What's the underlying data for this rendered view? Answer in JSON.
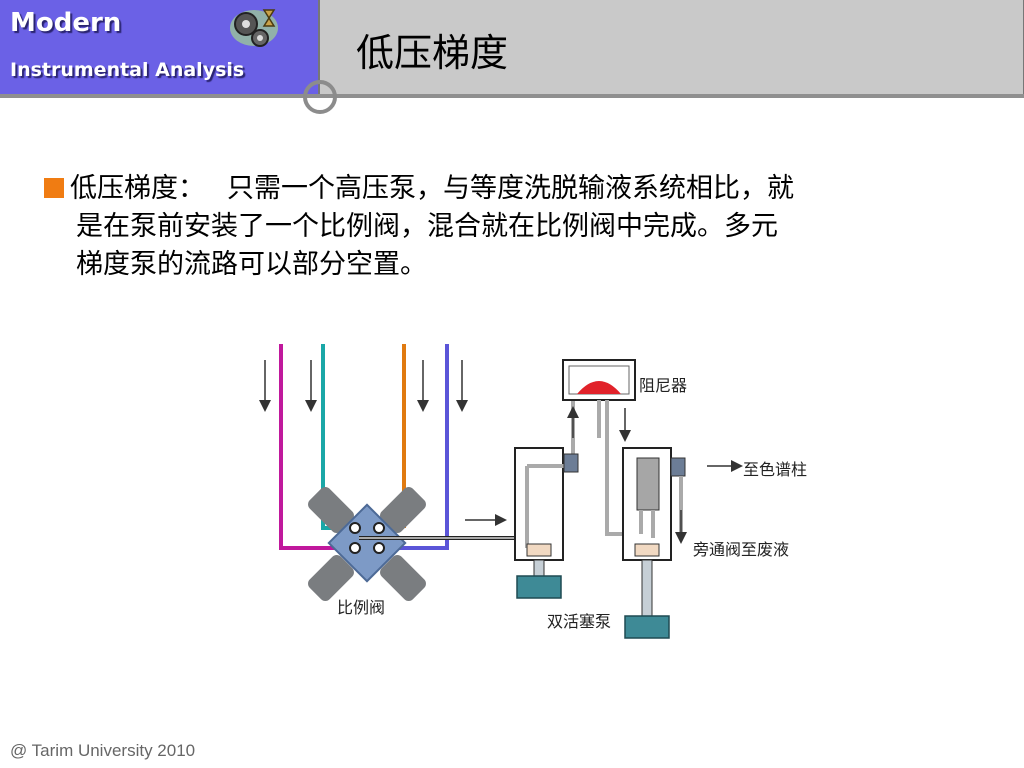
{
  "header": {
    "brand_line1": "Modern",
    "brand_line2": "Instrumental Analysis",
    "title": "低压梯度",
    "logo_icon": "hourglass-gear-icon",
    "accent_color": "#6b61e6",
    "title_bar_color": "#c9c9c9"
  },
  "content": {
    "bullet_color": "#f07c12",
    "term": "低压梯度：",
    "line1_rest": "只需一个高压泵，与等度洗脱输液系统相比，就",
    "line2": "是在泵前安装了一个比例阀，混合就在比例阀中完成。多元",
    "line3": "梯度泵的流路可以部分空置。"
  },
  "diagram": {
    "labels": {
      "damper": "阻尼器",
      "to_column": "至色谱柱",
      "bypass": "旁通阀至废液",
      "proportioning_valve": "比例阀",
      "dual_piston_pump": "双活塞泵"
    },
    "line_colors": [
      "#c0189c",
      "#1aa7a7",
      "#e07a10",
      "#5b55d8"
    ]
  },
  "footer": {
    "text": "@ Tarim University 2010"
  }
}
